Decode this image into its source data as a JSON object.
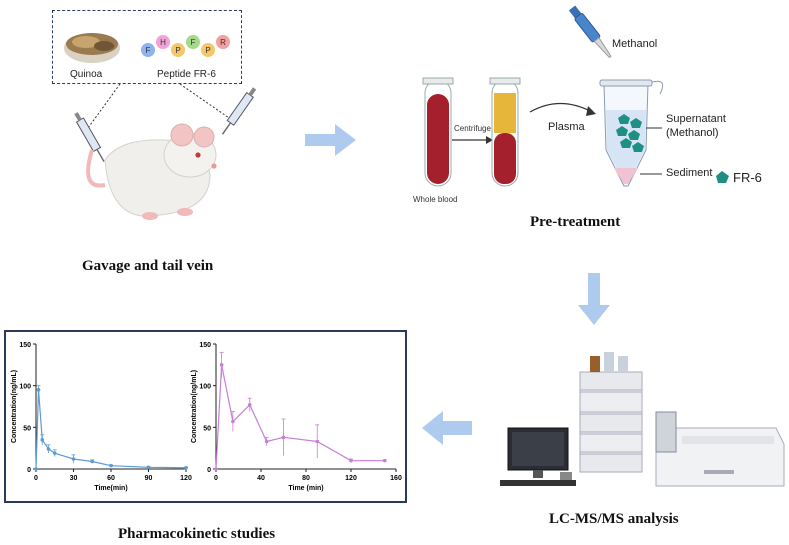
{
  "labels": {
    "quinoa": "Quinoa",
    "peptide": "Peptide FR-6",
    "gavage_caption": "Gavage and tail vein",
    "methanol": "Methanol",
    "centrifuge": "Centrifuge",
    "plasma": "Plasma",
    "whole_blood": "Whole blood",
    "supernatant_line1": "Supernatant",
    "supernatant_line2": "(Methanol)",
    "sediment": "Sediment",
    "legend_fr6": "FR-6",
    "pretreatment_caption": "Pre-treatment",
    "lcms_caption": "LC-MS/MS analysis",
    "pk_caption": "Pharmacokinetic studies"
  },
  "peptide_residues": [
    "F",
    "H",
    "P",
    "F",
    "P",
    "R"
  ],
  "colors": {
    "arrow": "#aecbef",
    "blood": "#a3202c",
    "plasma": "#e5b63a",
    "fr6": "#1f8f86",
    "chart1": "#5b9bd5",
    "chart2": "#c77fd6"
  },
  "chart_data": [
    {
      "type": "line",
      "xlabel": "Time(min)",
      "ylabel": "Concentration(ng/mL)",
      "xlim": [
        0,
        120
      ],
      "ylim": [
        0,
        150
      ],
      "xticks": [
        0,
        30,
        60,
        90,
        120
      ],
      "yticks": [
        0,
        50,
        100,
        150
      ],
      "x": [
        0,
        2,
        5,
        10,
        15,
        30,
        45,
        60,
        90,
        120
      ],
      "y": [
        0,
        95,
        35,
        24,
        19,
        12,
        9,
        4,
        2,
        1.5
      ],
      "err": [
        0,
        5,
        6,
        5,
        4,
        5,
        2,
        1,
        1,
        0.5
      ]
    },
    {
      "type": "line",
      "xlabel": "Time (min)",
      "ylabel": "Concentration(ng/mL)",
      "xlim": [
        0,
        160
      ],
      "ylim": [
        0,
        150
      ],
      "xticks": [
        0,
        40,
        80,
        120,
        160
      ],
      "yticks": [
        0,
        50,
        100,
        150
      ],
      "x": [
        0,
        5,
        15,
        30,
        45,
        60,
        90,
        120,
        150
      ],
      "y": [
        0,
        125,
        57,
        77,
        33,
        38,
        33,
        10,
        10
      ],
      "err": [
        0,
        15,
        12,
        8,
        5,
        22,
        20,
        2,
        1
      ]
    }
  ]
}
